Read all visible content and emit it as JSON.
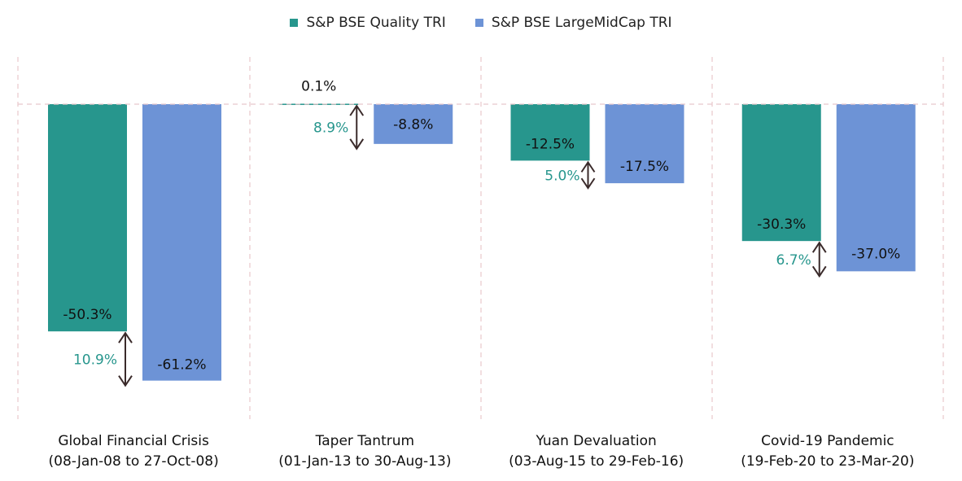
{
  "legend": [
    {
      "label": "S&P BSE Quality TRI",
      "color": "#27968D"
    },
    {
      "label": "S&P BSE LargeMidCap TRI",
      "color": "#6D93D6"
    }
  ],
  "chart_data": {
    "type": "bar",
    "categories": [
      {
        "line1": "Global Financial Crisis",
        "line2": "(08-Jan-08 to 27-Oct-08)"
      },
      {
        "line1": "Taper Tantrum",
        "line2": "(01-Jan-13 to 30-Aug-13)"
      },
      {
        "line1": "Yuan Devaluation",
        "line2": "(03-Aug-15 to 29-Feb-16)"
      },
      {
        "line1": "Covid-19 Pandemic",
        "line2": "(19-Feb-20 to 23-Mar-20)"
      }
    ],
    "series": [
      {
        "name": "S&P BSE Quality TRI",
        "color": "#27968D",
        "values": [
          -50.3,
          0.1,
          -12.5,
          -30.3
        ],
        "labels": [
          "-50.3%",
          "0.1%",
          "-12.5%",
          "-30.3%"
        ]
      },
      {
        "name": "S&P BSE LargeMidCap TRI",
        "color": "#6D93D6",
        "values": [
          -61.2,
          -8.8,
          -17.5,
          -37.0
        ],
        "labels": [
          "-61.2%",
          "-8.8%",
          "-17.5%",
          "-37.0%"
        ]
      }
    ],
    "differences": {
      "values": [
        10.9,
        8.9,
        5.0,
        6.7
      ],
      "labels": [
        "10.9%",
        "8.9%",
        "5.0%",
        "6.7%"
      ],
      "color": "#27968D"
    },
    "ylim": [
      -70,
      11
    ],
    "grid": false,
    "legend_position": "top-center",
    "arrow_color": "#3a2a2a",
    "divider_color": "#e8c8cc"
  }
}
